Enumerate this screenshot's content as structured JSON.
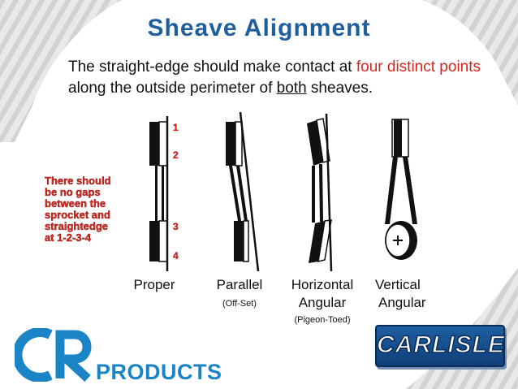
{
  "title": "Sheave Alignment",
  "intro": {
    "part1": "The straight-edge should make contact at ",
    "highlight": "four distinct points",
    "part2": " along the outside perimeter of ",
    "underlined": "both",
    "part3": " sheaves."
  },
  "note": {
    "lines": [
      "There should",
      "be no gaps",
      "between the",
      "sprocket and",
      "straightedge",
      "at 1-2-3-4"
    ]
  },
  "points": [
    "1",
    "2",
    "3",
    "4"
  ],
  "diagrams": [
    {
      "label_line1": "Proper",
      "label_line2": "",
      "sub": ""
    },
    {
      "label_line1": "Parallel",
      "label_line2": "",
      "sub": "(Off-Set)"
    },
    {
      "label_line1": "Horizontal",
      "label_line2": "Angular",
      "sub": "(Pigeon-Toed)"
    },
    {
      "label_line1": "Vertical",
      "label_line2": "Angular",
      "sub": ""
    }
  ],
  "logos": {
    "cr_letters": "CR",
    "products": "PRODUCTS",
    "carlisle": "CARLISLE"
  },
  "colors": {
    "title": "#1f5f9e",
    "highlight": "#d8261c",
    "products": "#1b84c6",
    "carlisle_bg": "#1f5fa3"
  }
}
